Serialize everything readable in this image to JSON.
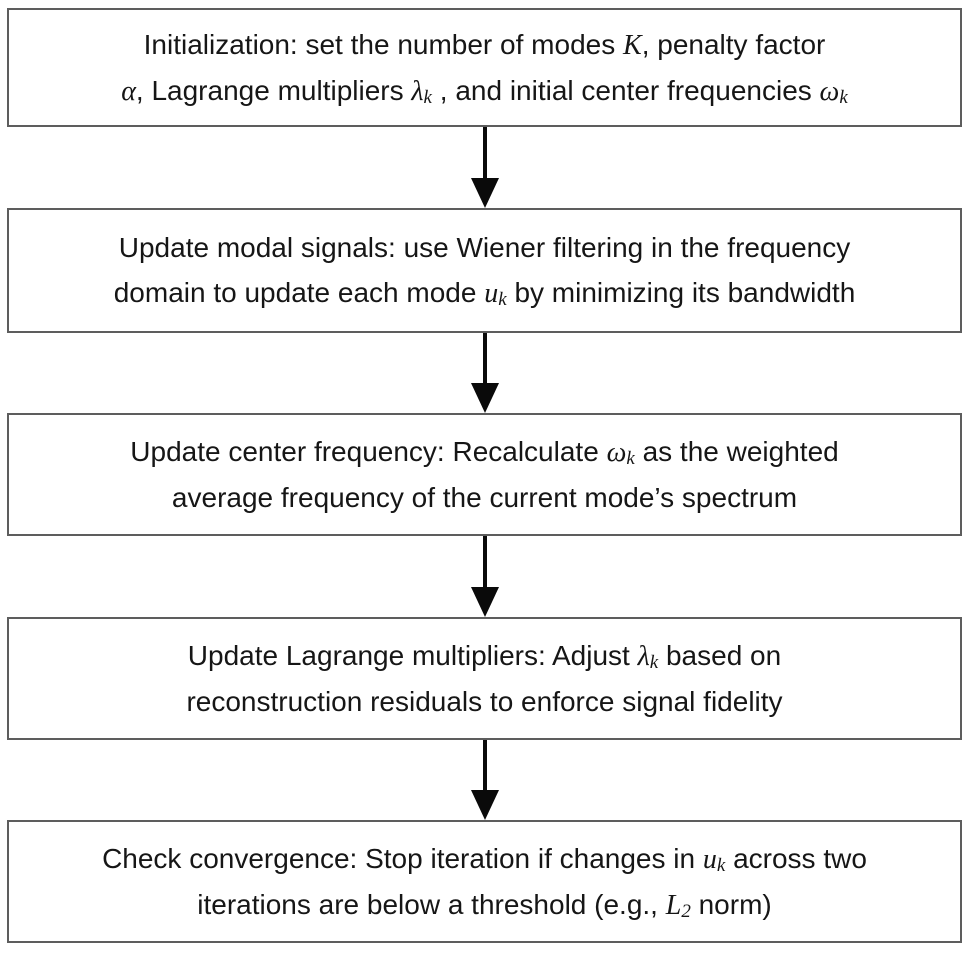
{
  "diagram": {
    "type": "flowchart",
    "flow_direction": "top-to-bottom",
    "background_color": "#ffffff",
    "box_border_color": "#5d5d5d",
    "text_color": "#161616",
    "arrow_color": "#0a0a0a",
    "connector_icons": [
      "down-arrow",
      "down-arrow",
      "down-arrow",
      "down-arrow"
    ]
  },
  "boxes": [
    {
      "id": "initialization",
      "line1": {
        "t1": "Initialization: set the number of modes ",
        "m1": "K",
        "t2": ", penalty factor"
      },
      "line2": {
        "m1": "α",
        "t1": ", Lagrange multipliers ",
        "m2": "λ",
        "s2": "k",
        "t2": " , and initial center frequencies ",
        "m3": "ω",
        "s3": "k"
      }
    },
    {
      "id": "update-modal-signals",
      "line1": {
        "t1": "Update modal signals: use Wiener filtering in the frequency"
      },
      "line2": {
        "t1": "domain to update each mode ",
        "m1": "u",
        "s1": "k",
        "t2": " by minimizing its bandwidth"
      }
    },
    {
      "id": "update-center-frequency",
      "line1": {
        "t1": "Update center frequency: Recalculate ",
        "m1": "ω",
        "s1": "k",
        "t2": " as the weighted"
      },
      "line2": {
        "t1": "average frequency of the current mode’s spectrum"
      }
    },
    {
      "id": "update-lagrange-multipliers",
      "line1": {
        "t1": "Update Lagrange multipliers: Adjust ",
        "m1": "λ",
        "s1": "k",
        "t2": " based on"
      },
      "line2": {
        "t1": "reconstruction residuals to enforce signal fidelity"
      }
    },
    {
      "id": "check-convergence",
      "line1": {
        "t1": "Check convergence: Stop iteration if changes in ",
        "m1": "u",
        "s1": "k",
        "t2": " across two"
      },
      "line2": {
        "t1": "iterations are below a threshold (e.g., ",
        "m1": "L",
        "s1": "2",
        "t2": " norm)"
      }
    }
  ]
}
